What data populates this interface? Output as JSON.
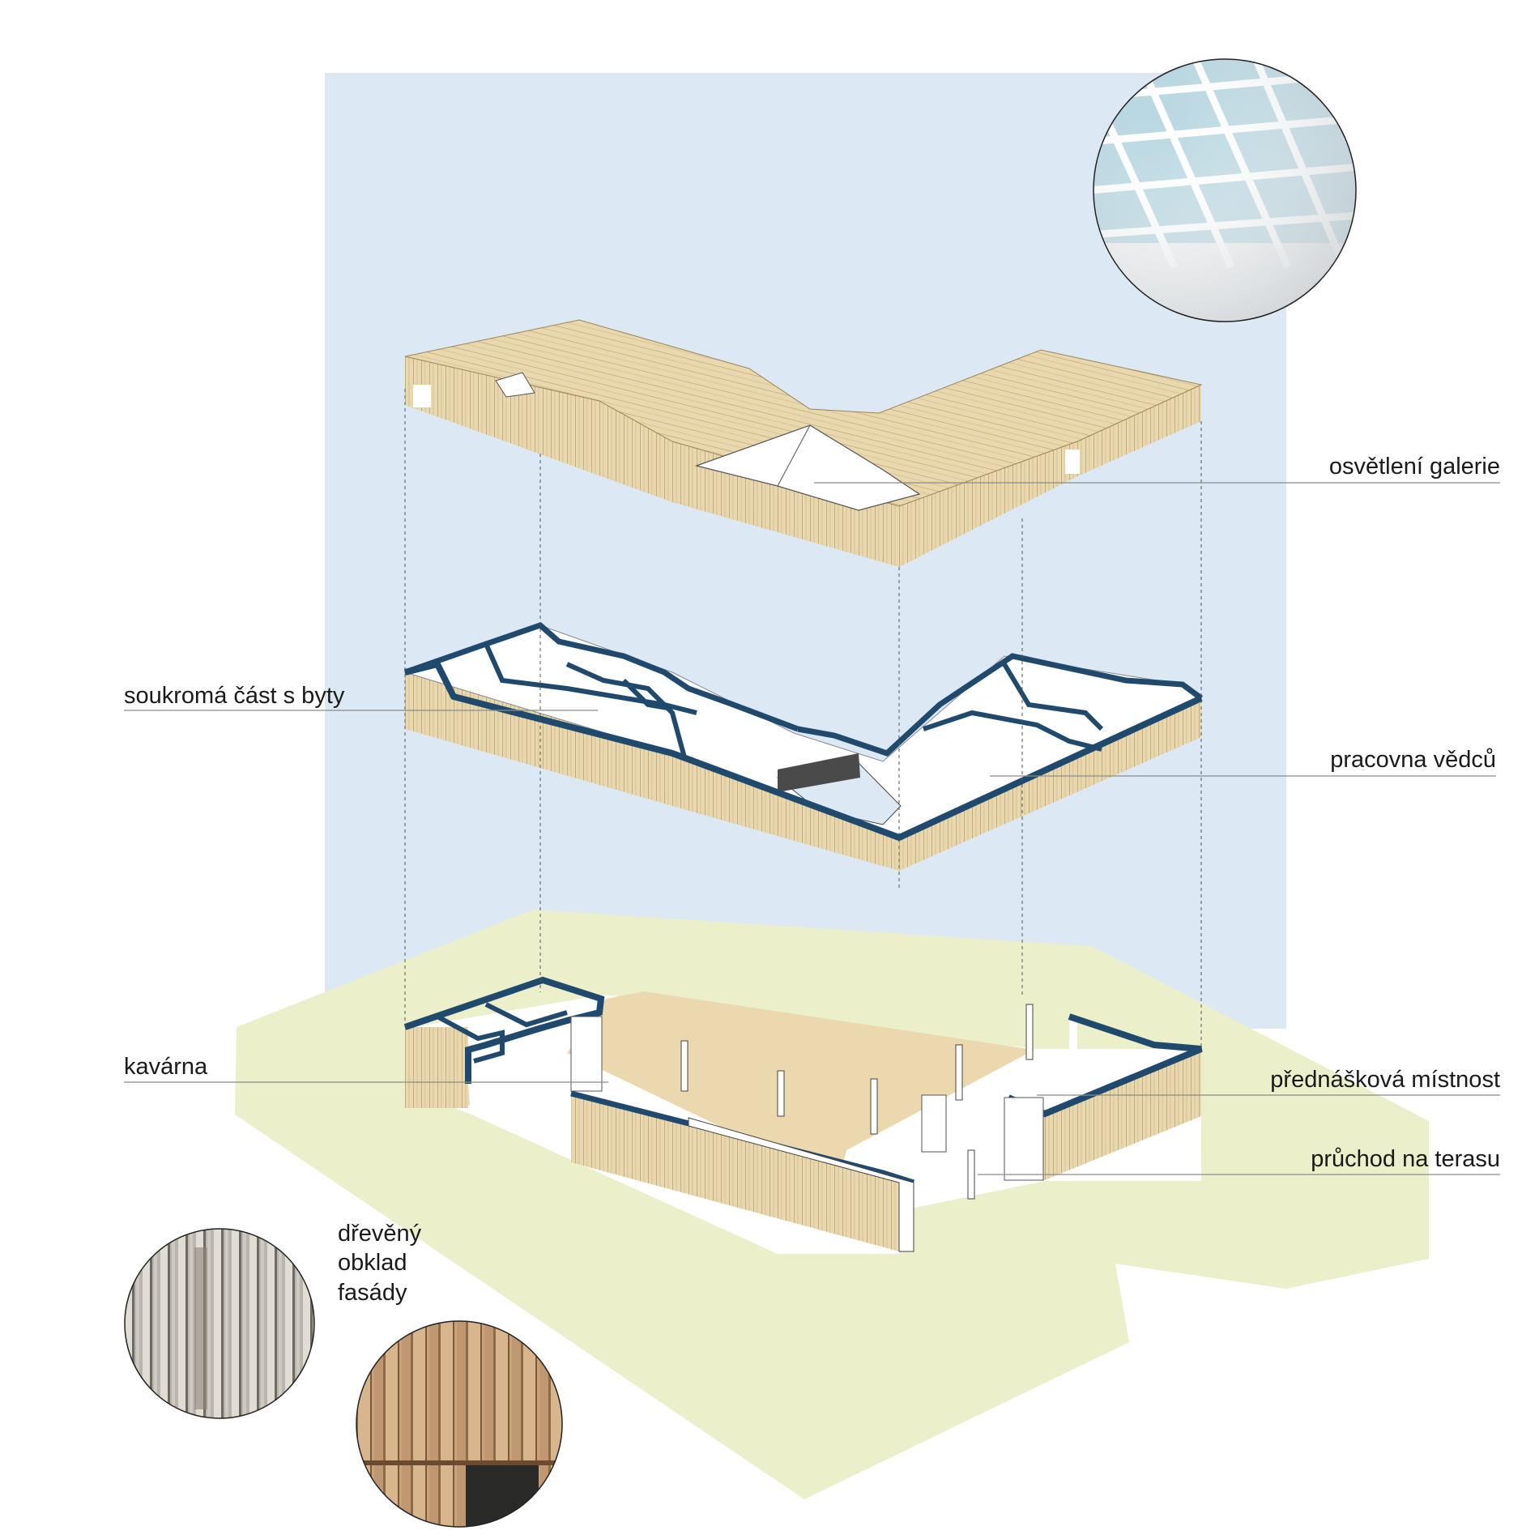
{
  "labels": {
    "osvetleni": "osvětlení galerie",
    "soukroma": "soukromá část s byty",
    "pracovna": "pracovna vědců",
    "kavarna": "kavárna",
    "prednaskova": "přednášková místnost",
    "pruchod": "průchod na terasu",
    "obklad_line1": "dřevěný",
    "obklad_line2": "obklad",
    "obklad_line3": "fasády"
  },
  "colors": {
    "sky": "#dce9f5",
    "ground": "#ebefca",
    "wood": "#e9d7ad",
    "wood_grain": "#b59a66",
    "wall_cap": "#1f4a6e",
    "floor": "#ffffff",
    "courtyard_floor": "#ebd8ae",
    "leader_line": "#8c8c8c",
    "label_text": "#1a1a1a"
  },
  "icons": {
    "skylight_photo": "glass-grid-roof-icon",
    "facade_photo_1": "grey-timber-slats-icon",
    "facade_photo_2": "natural-timber-boards-icon"
  }
}
